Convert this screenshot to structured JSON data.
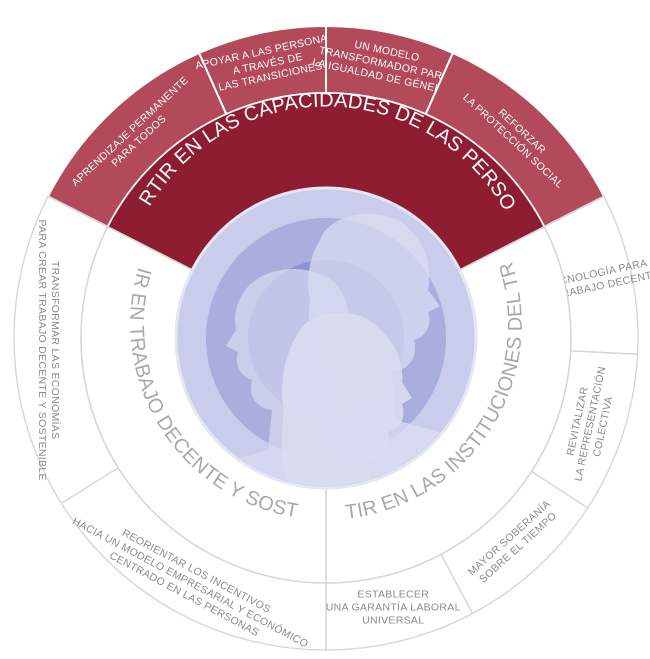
{
  "colors": {
    "outer_red": "#b34a59",
    "middle_red": "#8f1d32",
    "outer_grey_fill": "#ffffff",
    "outline": "#d6d6d6",
    "center_light": "#c9cdeb",
    "center_mid": "#a9aedd",
    "center_deep": "#8c92cf",
    "silhouette": "#d9dcf1"
  },
  "pillars": {
    "capacidades": "INVERTIR EN LAS CAPACIDADES DE LAS PERSONAS",
    "instituciones": "INVERTIR EN LAS INSTITUCIONES DEL TRABAJO",
    "trabajo": "INVERTIR EN TRABAJO DECENTE Y SOSTENIBLE"
  },
  "segments": {
    "aprendizaje": [
      "APRENDIZAJE PERMANENTE",
      "PARA TODOS"
    ],
    "transiciones": [
      "APOYAR A LAS PERSONAS",
      "A TRAVÉS DE",
      "LAS TRANSICIONES"
    ],
    "genero": [
      "UN MODELO",
      "TRANSFORMADOR PARA",
      "LA IGUALDAD DE GÉNERO"
    ],
    "proteccion": [
      "REFORZAR",
      "LA PROTECCIÓN SOCIAL"
    ],
    "tecnologia": [
      "TECNOLOGÍA PARA",
      "EL TRABAJO DECENTE"
    ],
    "representacion": [
      "REVITALIZAR",
      "LA REPRESENTACIÓN",
      "COLECTIVA"
    ],
    "soberania": [
      "MAYOR SOBERANÍA",
      "SOBRE EL TIEMPO"
    ],
    "garantia": [
      "ESTABLECER",
      "UNA GARANTÍA LABORAL",
      "UNIVERSAL"
    ],
    "incentivos": [
      "REORIENTAR LOS INCENTIVOS",
      "HACIA UN MODELO EMPRESARIAL Y ECONÓMICO",
      "CENTRADO EN LAS PERSONAS"
    ],
    "economias": [
      "TRANSFORMAR LAS ECONOMÍAS",
      "PARA CREAR TRABAJO DECENTE Y SOSTENIBLE"
    ]
  }
}
